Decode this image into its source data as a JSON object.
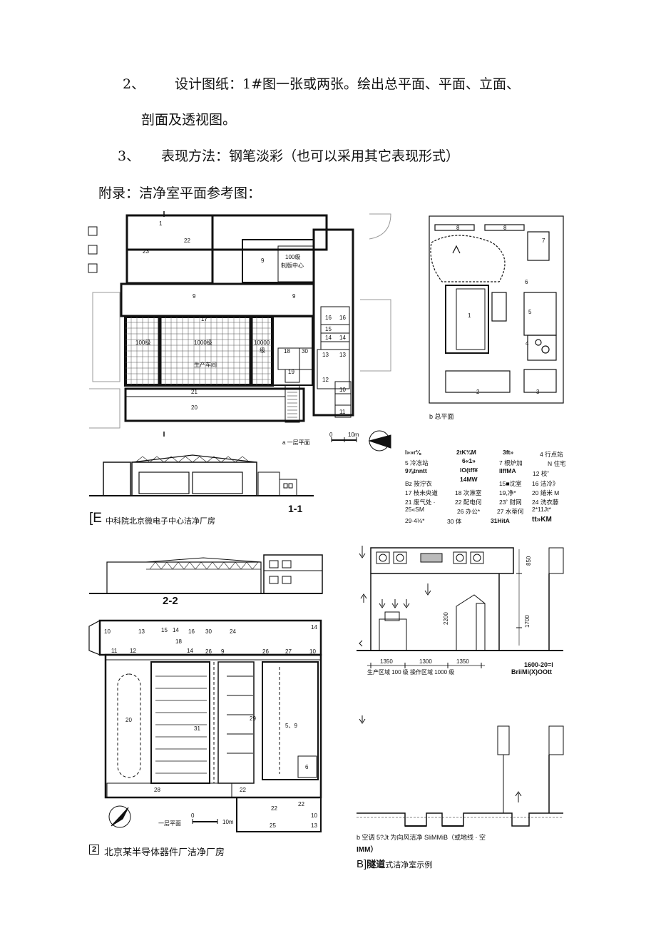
{
  "paragraphs": [
    {
      "num": "2、",
      "text": "设计图纸：1#图一张或两张。绘出总平面、平面、立面、"
    },
    {
      "num": "",
      "text": "剖面及透视图。"
    },
    {
      "num": "3、",
      "text": "表现方法：钢笔淡彩（也可以采用其它表现形式）"
    },
    {
      "num": "",
      "text": "附录：洁净室平面参考图："
    }
  ],
  "fig1": {
    "plan_caption": "a  一层平面",
    "scale_zero": "0",
    "scale_ten": "10m",
    "section_mark": "1-1",
    "caption_mark": "[E",
    "caption": "中科院北京微电子中心洁净厂房",
    "labels": {
      "l100": "100级",
      "l1000": "1000级",
      "l10000": "10000",
      "lji": "级",
      "shengchan": "生产车间",
      "zhiban": "100级",
      "zhiban2": "制版中心",
      "cut": "1"
    },
    "room_numbers": [
      "9",
      "9",
      "9",
      "17",
      "21",
      "20",
      "23",
      "22",
      "16",
      "16",
      "15",
      "14",
      "13",
      "13",
      "18",
      "30",
      "19",
      "12",
      "10",
      "11",
      "14"
    ]
  },
  "site": {
    "caption": "b 总平面",
    "numbers": [
      "1",
      "2",
      "3",
      "4",
      "5",
      "6",
      "7",
      "8",
      "8"
    ]
  },
  "legend": [
    [
      "l»»r⅛",
      "2tK¾M",
      "3ft»",
      "4 行点站"
    ],
    [
      "5 冷冻站",
      "6«1»",
      "7 根炉加",
      "N 住宅"
    ],
    [
      "9⅞tnntt",
      "lO(tff¥",
      "llffMA",
      "12 校˚"
    ],
    [
      "",
      "14MW",
      "",
      ""
    ],
    [
      "Bz 按泞衣",
      "",
      "15■沈室",
      "16 洁冷》"
    ],
    [
      "17 枝未央道",
      "18 次淋室",
      "19,净*",
      "20 绻米 M"
    ],
    [
      "21 废气处 ·",
      "22 配电何",
      "23˚ 财网",
      "24 洗衣藤"
    ],
    [
      "25«SM",
      "26 办公*",
      "27 水蒂何",
      "2*11Jt*"
    ],
    [
      "29·4⅛*",
      "30 体",
      "31HitA",
      "tt»KM"
    ]
  ],
  "fig2": {
    "section_mark": "2-2",
    "plan_caption": "一层平面",
    "scale_zero": "0",
    "scale_ten": "10m",
    "caption_num": "2",
    "caption": "北京某半导体器件厂洁净厂房",
    "room_numbers": [
      "10",
      "13",
      "15",
      "14",
      "16",
      "30",
      "24",
      "14",
      "11",
      "12",
      "18",
      "14",
      "26",
      "9",
      "26",
      "27",
      "10",
      "20",
      "31",
      "29",
      "5、9",
      "6",
      "28",
      "22",
      "22",
      "22",
      "25",
      "10",
      "13"
    ]
  },
  "fig3": {
    "dims_top": [
      "1350",
      "1300",
      "1350"
    ],
    "dims_vert": [
      "850",
      "2200",
      "1700"
    ],
    "zone_label": "生产区域 100 级  操作区域 1000 级",
    "note1": "1600-20=l",
    "note2": "BriiMi(X)OOtt",
    "caption_b": "b 空调 5?Jt 为向风洁净 SliMMiB（或地线 · 空",
    "caption_b2": "IMM）",
    "caption_main_mark": "B]",
    "caption_main_bold": "隧道",
    "caption_main": "式洁净室示例"
  }
}
